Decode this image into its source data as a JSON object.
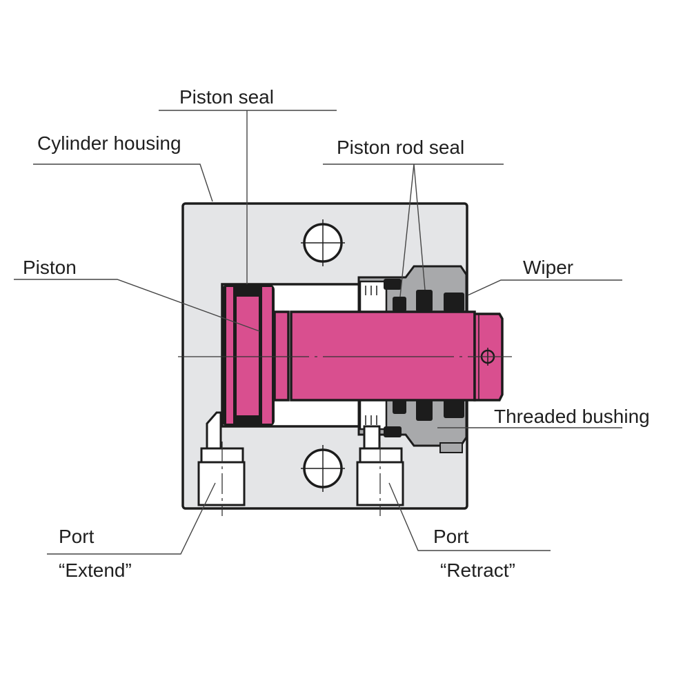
{
  "labels": {
    "piston_seal": "Piston seal",
    "cylinder_housing": "Cylinder housing",
    "piston_rod_seal": "Piston rod seal",
    "piston": "Piston",
    "wiper": "Wiper",
    "threaded_bushing": "Threaded bushing",
    "port_extend_title": "Port",
    "port_extend_name": "“Extend”",
    "port_retract_title": "Port",
    "port_retract_name": "“Retract”"
  },
  "colors": {
    "housing": "#e4e5e7",
    "piston": "#d94f8f",
    "bushing": "#a8a9ab",
    "seal": "#1c1c1c",
    "void": "#ffffff"
  }
}
